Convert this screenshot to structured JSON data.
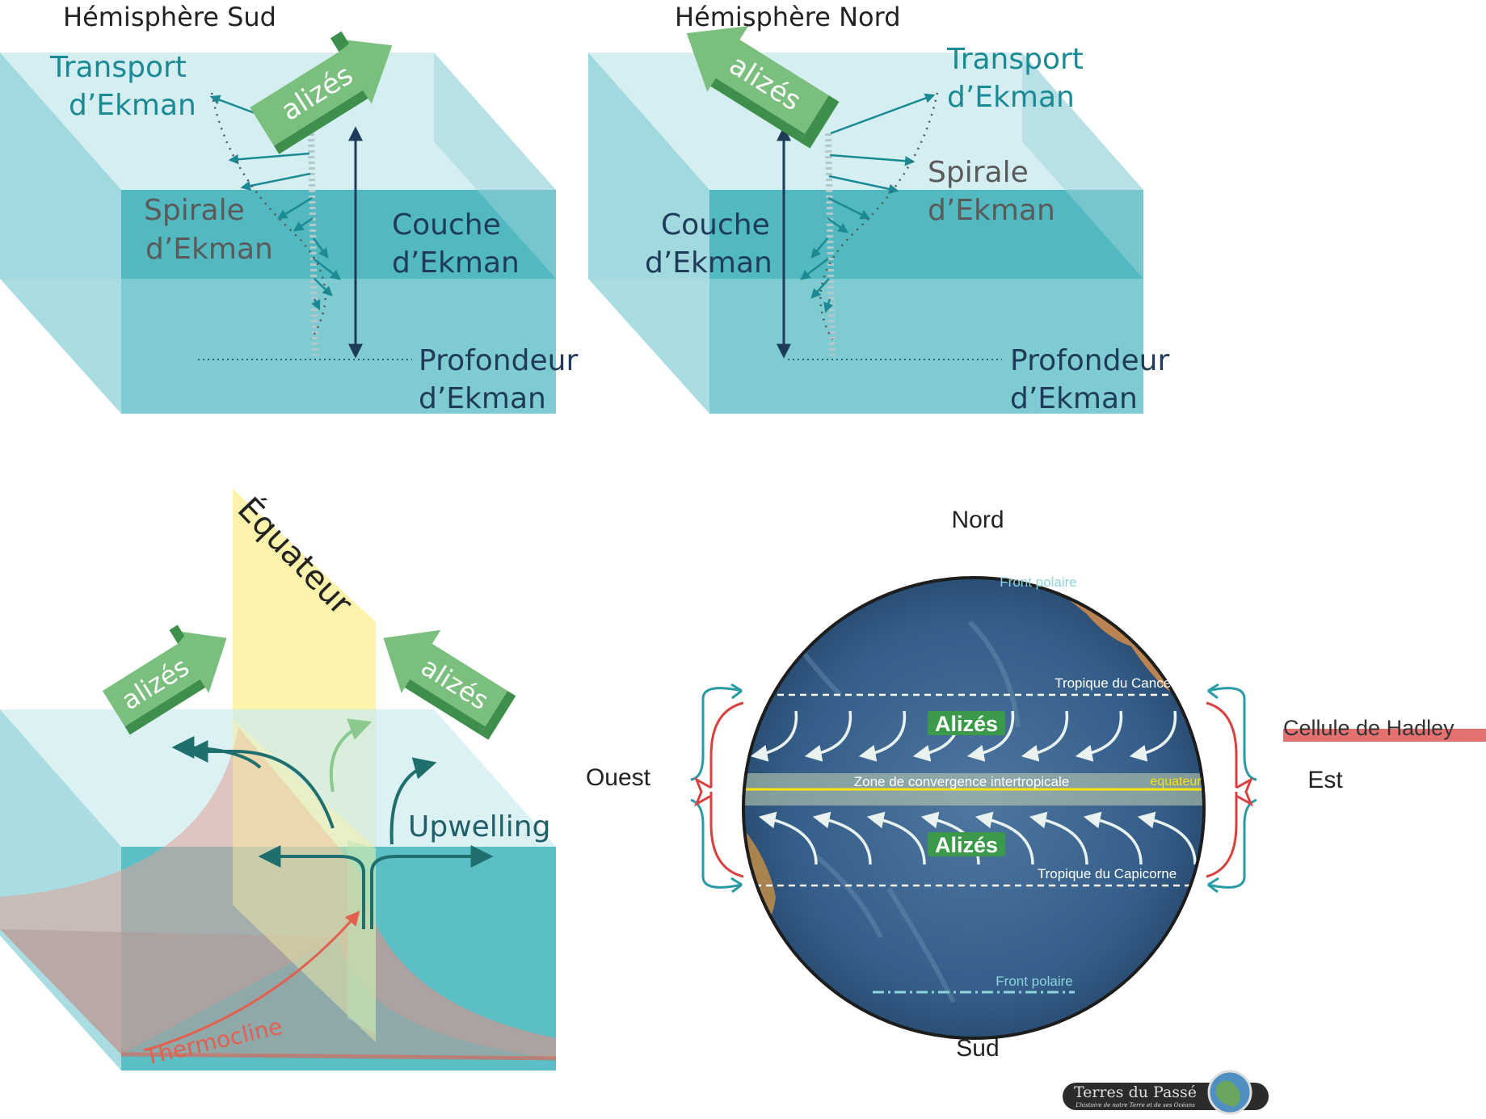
{
  "panels": {
    "south": {
      "title": "Hémisphère Sud",
      "wind_label": "alizés",
      "transport": [
        "Transport",
        "d’Ekman"
      ],
      "spiral": [
        "Spirale",
        "d’Ekman"
      ],
      "layer": [
        "Couche",
        "d’Ekman"
      ],
      "depth": [
        "Profondeur",
        "d’Ekman"
      ]
    },
    "north": {
      "title": "Hémisphère Nord",
      "wind_label": "alizés",
      "transport": [
        "Transport",
        "d’Ekman"
      ],
      "spiral": [
        "Spirale",
        "d’Ekman"
      ],
      "layer": [
        "Couche",
        "d’Ekman"
      ],
      "depth": [
        "Profondeur",
        "d’Ekman"
      ]
    },
    "upwelling": {
      "equator_label": "Équateur",
      "wind_left": "alizés",
      "wind_right": "alizés",
      "upwelling_label": "Upwelling",
      "thermocline_label": "Thermocline"
    },
    "globe": {
      "north": "Nord",
      "south": "Sud",
      "west": "Ouest",
      "east": "Est",
      "front_polar_top": "Front polaire",
      "front_polar_bottom": "Front polaire",
      "tropic_cancer": "Tropique du Cancer",
      "tropic_capricorn": "Tropique du Capicorne",
      "itcz": "Zone de convergence intertropicale",
      "equator": "equateur",
      "trade_winds_north": "Alizés",
      "trade_winds_south": "Alizés",
      "hadley": "Cellule de Hadley"
    },
    "logo": {
      "name": "Terres du Passé",
      "tagline": "L’histoire de notre Terre et de ses Océans"
    }
  },
  "colors": {
    "water_light": "#bfe6ea",
    "water_mid": "#8fd0d7",
    "water_dark": "#5cbfc5",
    "teal_text": "#1b8a94",
    "navy_text": "#1f3b5a",
    "grey_text": "#5a5a5a",
    "wind_green": "#7bbf7e",
    "wind_green_dark": "#3e8f4b",
    "equator_yellow": "#fbf1a6",
    "thermo_red": "#e2604f",
    "hadley_red": "#d94040",
    "hadley_teal": "#2a9aa5"
  }
}
